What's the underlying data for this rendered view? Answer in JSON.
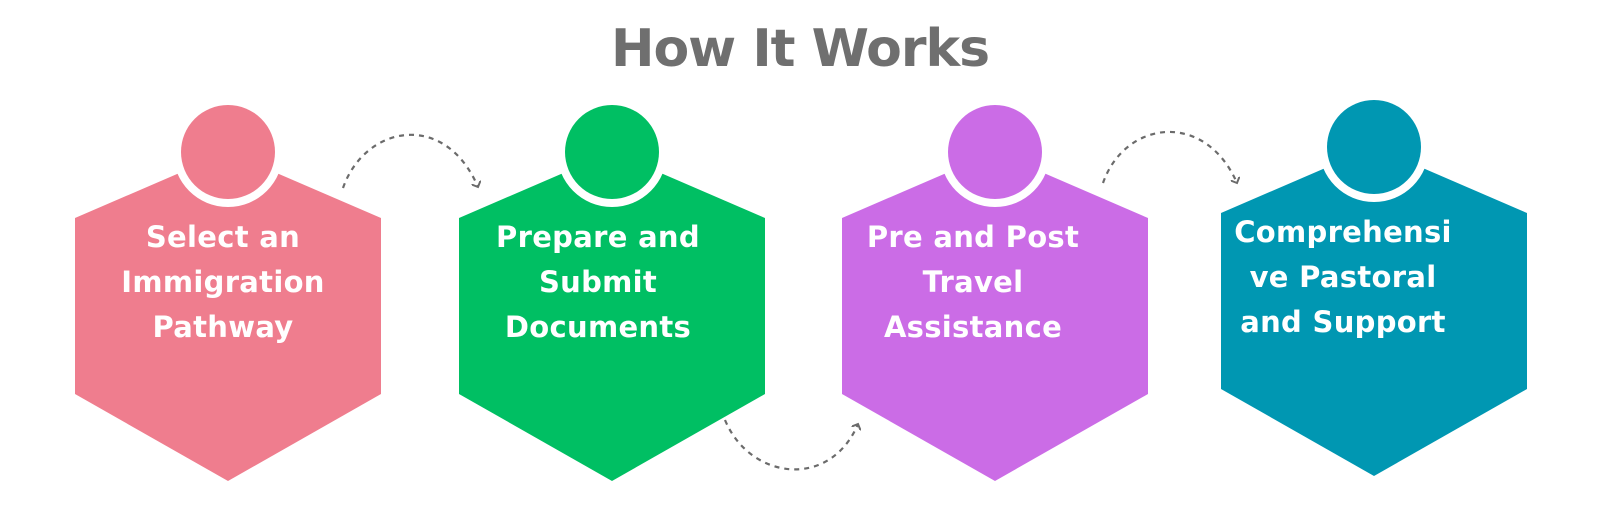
{
  "title": "How It Works",
  "colors": {
    "title": "#6f6f6f",
    "connector": "#6b6b6b",
    "step_text": "#ffffff"
  },
  "steps": [
    {
      "label_lines": [
        "Select an",
        "Immigration",
        "Pathway"
      ],
      "color": "#ef7d8e"
    },
    {
      "label_lines": [
        "Prepare and",
        "Submit",
        "Documents"
      ],
      "color": "#00bf63"
    },
    {
      "label_lines": [
        "Pre and Post",
        "Travel",
        "Assistance"
      ],
      "color": "#cb6ce6"
    },
    {
      "label_lines": [
        "Comprehensi",
        "ve Pastoral",
        "and Support"
      ],
      "color": "#0097b2"
    }
  ]
}
